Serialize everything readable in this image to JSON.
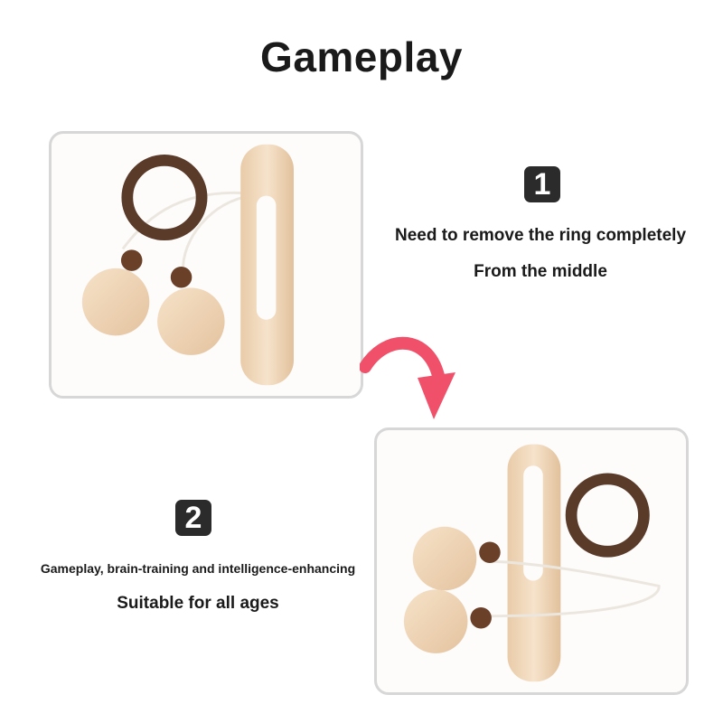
{
  "title": "Gameplay",
  "steps": [
    {
      "badge": "1",
      "lines": [
        "Need to remove the ring completely",
        "From the middle"
      ]
    },
    {
      "badge": "2",
      "lines": [
        "Gameplay, brain-training and intelligence-enhancing",
        "Suitable for all ages"
      ]
    }
  ],
  "colors": {
    "arrow": "#f0506a",
    "badge": "#2b2b2b",
    "ring": "#5a3a28",
    "wood": "#efd4b4"
  }
}
